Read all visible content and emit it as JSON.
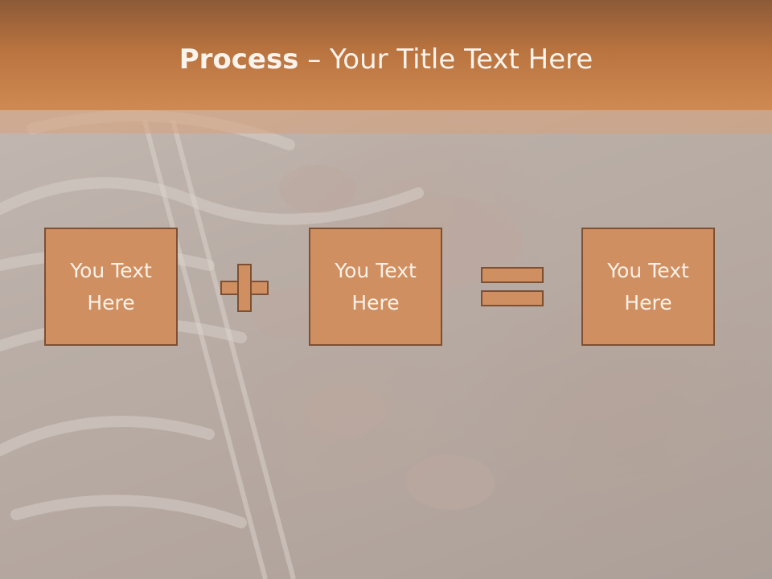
{
  "title": {
    "bold_part": "Process",
    "rest": " – Your Title Text Here"
  },
  "boxes": [
    {
      "text": "You Text Here"
    },
    {
      "text": "You Text Here"
    },
    {
      "text": "You Text Here"
    }
  ],
  "operators": {
    "first": "plus-icon",
    "second": "equals-icon"
  },
  "colors": {
    "title_bar": "#b8733f",
    "box_fill": "#d08f60",
    "box_border": "#7d4f33",
    "title_text": "#fbf3ec"
  }
}
